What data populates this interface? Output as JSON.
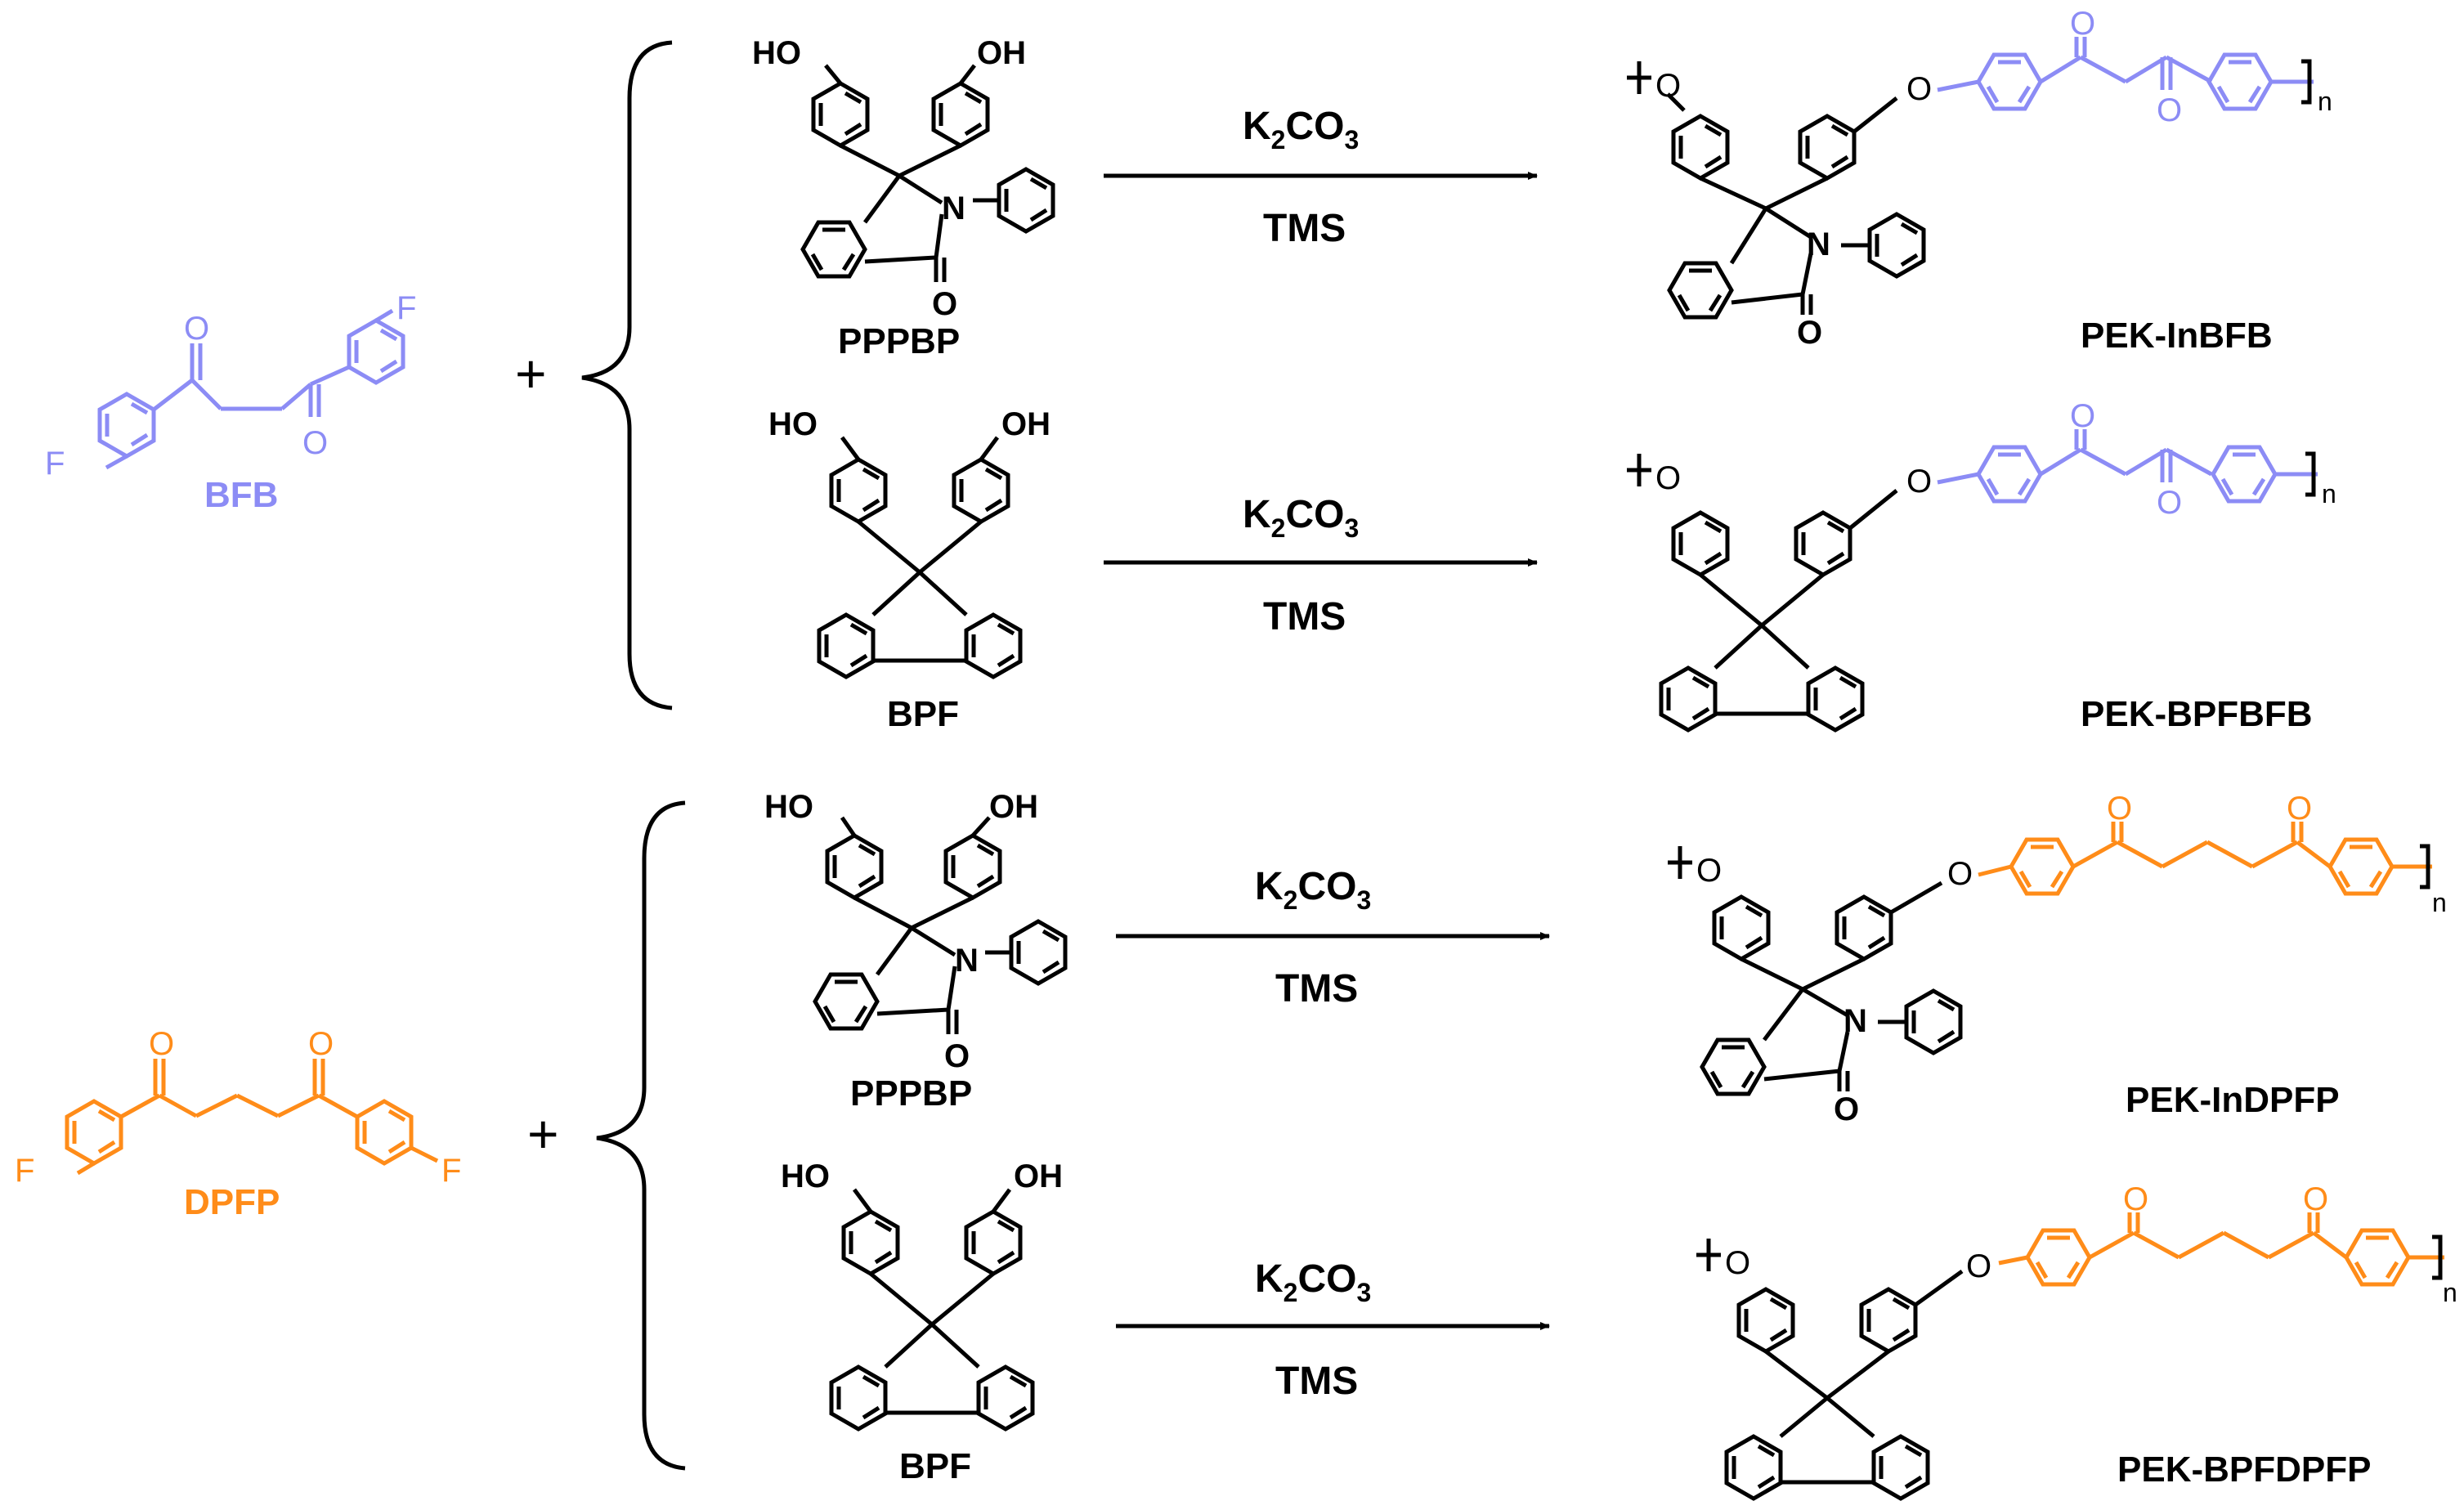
{
  "colors": {
    "black": "#000000",
    "bfb_blue": "#8c8cf5",
    "dpfp_orange": "#ff8c19"
  },
  "reactants": {
    "bfb": {
      "label": "BFB",
      "F": "F",
      "O": "O"
    },
    "dpfp": {
      "label": "DPFP",
      "F": "F",
      "O": "O"
    }
  },
  "plus": "+",
  "monomers": {
    "pppbp": {
      "label": "PPPBP",
      "ho": "HO",
      "oh": "OH",
      "N": "N",
      "O": "O"
    },
    "bpf": {
      "label": "BPF",
      "ho": "HO",
      "oh": "OH"
    }
  },
  "conditions": {
    "base_main": "K",
    "base_sub2": "2",
    "base_co": "CO",
    "base_sub3": "3",
    "solvent": "TMS"
  },
  "products": {
    "pek_inbfb": "PEK-InBFB",
    "pek_bpfbfb": "PEK-BPFBFB",
    "pek_indpfp": "PEK-InDPFP",
    "pek_bpfdpfp": "PEK-BPFDPFP",
    "atom_O": "O",
    "atom_N": "N",
    "n": "n"
  }
}
